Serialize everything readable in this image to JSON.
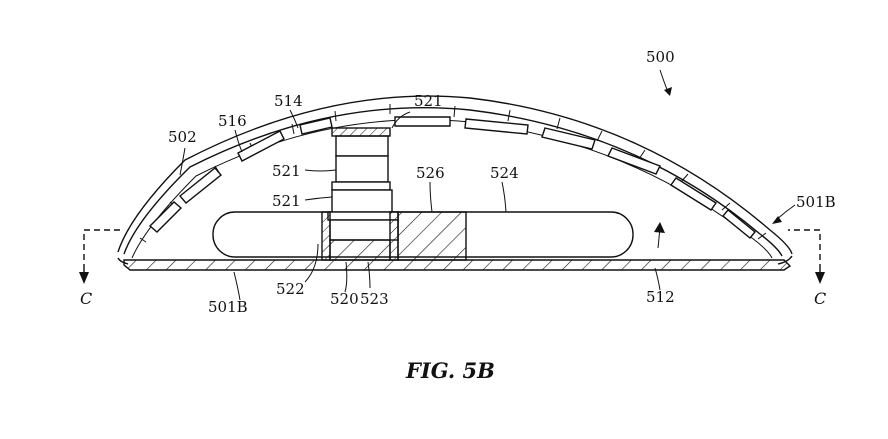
{
  "figure": {
    "caption": "FIG. 5B",
    "section_marker": "C",
    "labels": {
      "l500": "500",
      "l501b_right": "501B",
      "l501b_bottom": "501B",
      "l502": "502",
      "l512": "512",
      "l514": "514",
      "l516": "516",
      "l520": "520",
      "l521_top": "521",
      "l521_mid": "521",
      "l521_low": "521",
      "l522": "522",
      "l523": "523",
      "l524": "524",
      "l526": "526"
    }
  }
}
